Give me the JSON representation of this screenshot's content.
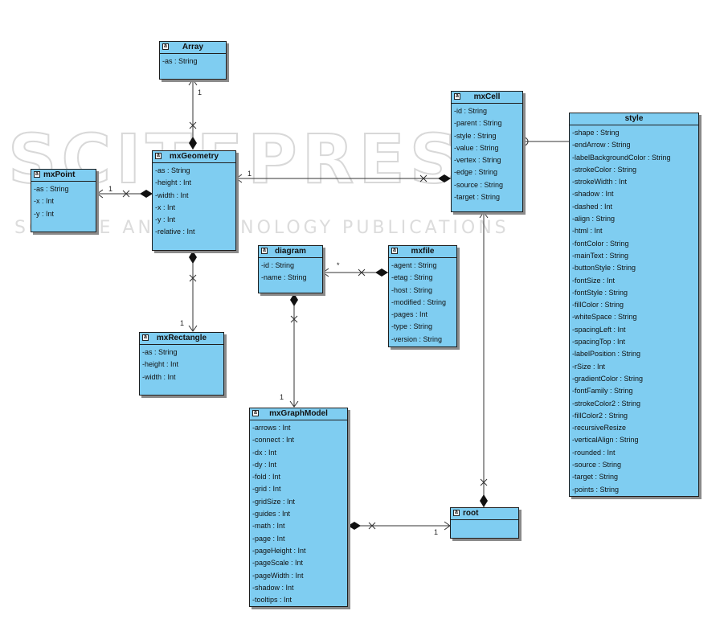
{
  "watermark": {
    "big": "SCITEPRESS",
    "small": "SCIENCE AND TECHNOLOGY PUBLICATIONS"
  },
  "class_icon": "a",
  "classes": {
    "array": {
      "name": "Array",
      "attrs": [
        "-as : String"
      ]
    },
    "mxPoint": {
      "name": "mxPoint",
      "attrs": [
        "-as : String",
        "-x : Int",
        "-y : Int"
      ]
    },
    "mxGeometry": {
      "name": "mxGeometry",
      "attrs": [
        "-as : String",
        "-height : Int",
        "-width : Int",
        "-x : Int",
        "-y : Int",
        "-relative : Int"
      ]
    },
    "mxRectangle": {
      "name": "mxRectangle",
      "attrs": [
        "-as : String",
        "-height : Int",
        "-width : Int"
      ]
    },
    "mxCell": {
      "name": "mxCell",
      "attrs": [
        "-id : String",
        "-parent : String",
        "-style : String",
        "-value : String",
        "-vertex : String",
        "-edge : String",
        "-source : String",
        "-target : String"
      ]
    },
    "diagram": {
      "name": "diagram",
      "attrs": [
        "-id : String",
        "-name : String"
      ]
    },
    "mxfile": {
      "name": "mxfile",
      "attrs": [
        "-agent : String",
        "-etag : String",
        "-host : String",
        "-modified : String",
        "-pages : Int",
        "-type : String",
        "-version : String"
      ]
    },
    "mxGraphModel": {
      "name": "mxGraphModel",
      "attrs": [
        "-arrows : Int",
        "-connect : Int",
        "-dx : Int",
        "-dy : Int",
        "-fold : Int",
        "-grid : Int",
        "-gridSize : Int",
        "-guides : Int",
        "-math : Int",
        "-page : Int",
        "-pageHeight : Int",
        "-pageScale : Int",
        "-pageWidth : Int",
        "-shadow : Int",
        "-tooltips : Int"
      ]
    },
    "root": {
      "name": "root",
      "attrs": []
    },
    "style": {
      "name": "style",
      "attrs": [
        "-shape : String",
        "-endArrow : String",
        "-labelBackgroundColor : String",
        "-strokeColor : String",
        "-strokeWidth : Int",
        "-shadow : Int",
        "-dashed : Int",
        "-align : String",
        "-html : Int",
        "-fontColor : String",
        "-mainText : String",
        "-buttonStyle : String",
        "-fontSize : Int",
        "-fontStyle : String",
        "-fillColor : String",
        "-whiteSpace : String",
        "-spacingLeft : Int",
        "-spacingTop : Int",
        "-labelPosition : String",
        "-rSize : Int",
        "-gradientColor : String",
        "-fontFamily : String",
        "-strokeColor2 : String",
        "-fillColor2 : String",
        "-recursiveResize",
        "-verticalAlign : String",
        "-rounded : Int",
        "-source : String",
        "-target : String",
        "-points : String"
      ]
    }
  },
  "multiplicity": {
    "array_geometry": "1",
    "point_geometry": "1",
    "cell_geometry": "1",
    "geometry_rectangle": "1",
    "mxfile_diagram": "*",
    "diagram_graphmodel": "1",
    "graphmodel_root": "1"
  },
  "colors": {
    "class_fill": "#7fcdf1",
    "border": "#1e1e1e",
    "shadow": "#8a8a8a"
  }
}
